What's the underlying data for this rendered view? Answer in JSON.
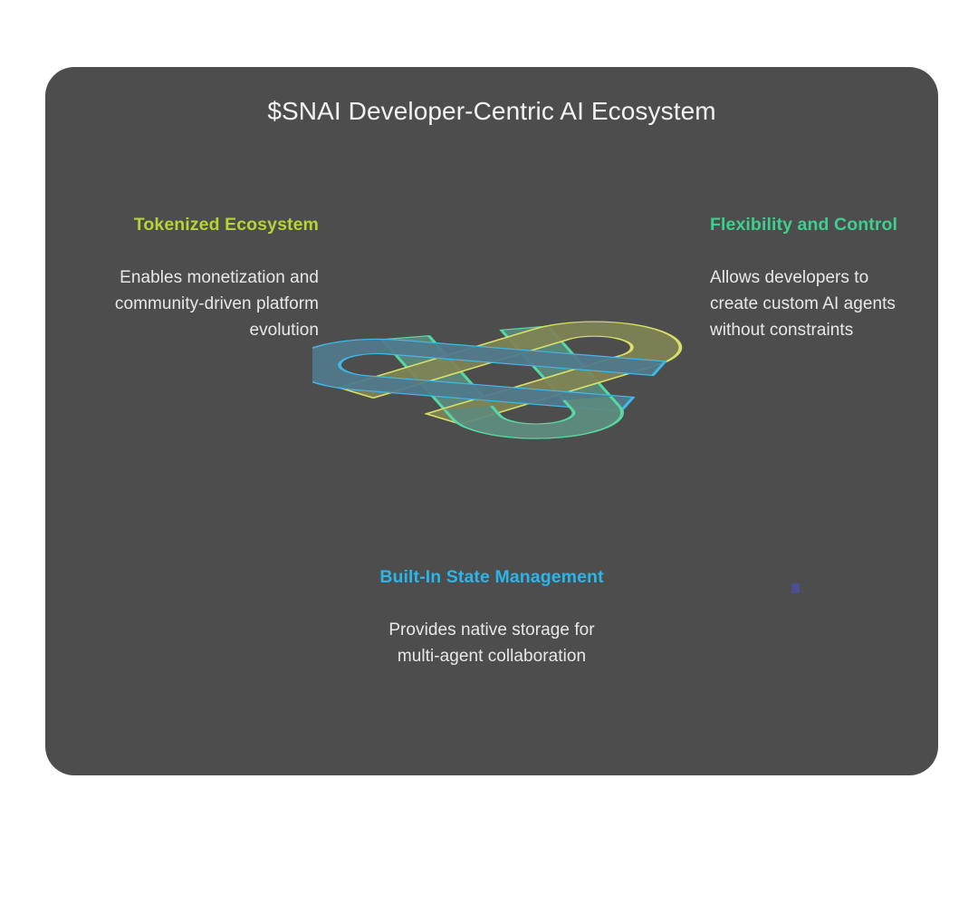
{
  "page": {
    "background": "#ffffff"
  },
  "card": {
    "background": "#4d4d4d",
    "title": "$SNAI Developer-Centric AI Ecosystem"
  },
  "pillars": [
    {
      "id": "tokenized-ecosystem",
      "heading": "Tokenized Ecosystem",
      "body": "Enables monetization and community-driven platform evolution",
      "color": "#b5d334",
      "position": "left"
    },
    {
      "id": "flexibility-and-control",
      "heading": "Flexibility and Control",
      "body": "Allows developers to create custom AI agents without constraints",
      "color": "#3ecf8e",
      "position": "right"
    },
    {
      "id": "built-in-state-management",
      "heading": "Built-In State Management",
      "body": "Provides native storage for multi-agent collaboration",
      "color": "#29b6e8",
      "position": "bottom"
    }
  ],
  "graphic": {
    "name": "interlocking-trefoil-knot",
    "arms": [
      {
        "id": "arm-yellow",
        "stroke": "#d8e06a",
        "fill": "#7e8354",
        "label": "Tokenized Ecosystem"
      },
      {
        "id": "arm-green",
        "stroke": "#57d7a4",
        "fill": "#5d8a7d",
        "label": "Flexibility and Control"
      },
      {
        "id": "arm-blue",
        "stroke": "#3fb9e8",
        "fill": "#51798c",
        "label": "Built-In State Management"
      }
    ]
  },
  "text_colors": {
    "title": "#f2f2f2",
    "body": "#e8e8e8"
  }
}
